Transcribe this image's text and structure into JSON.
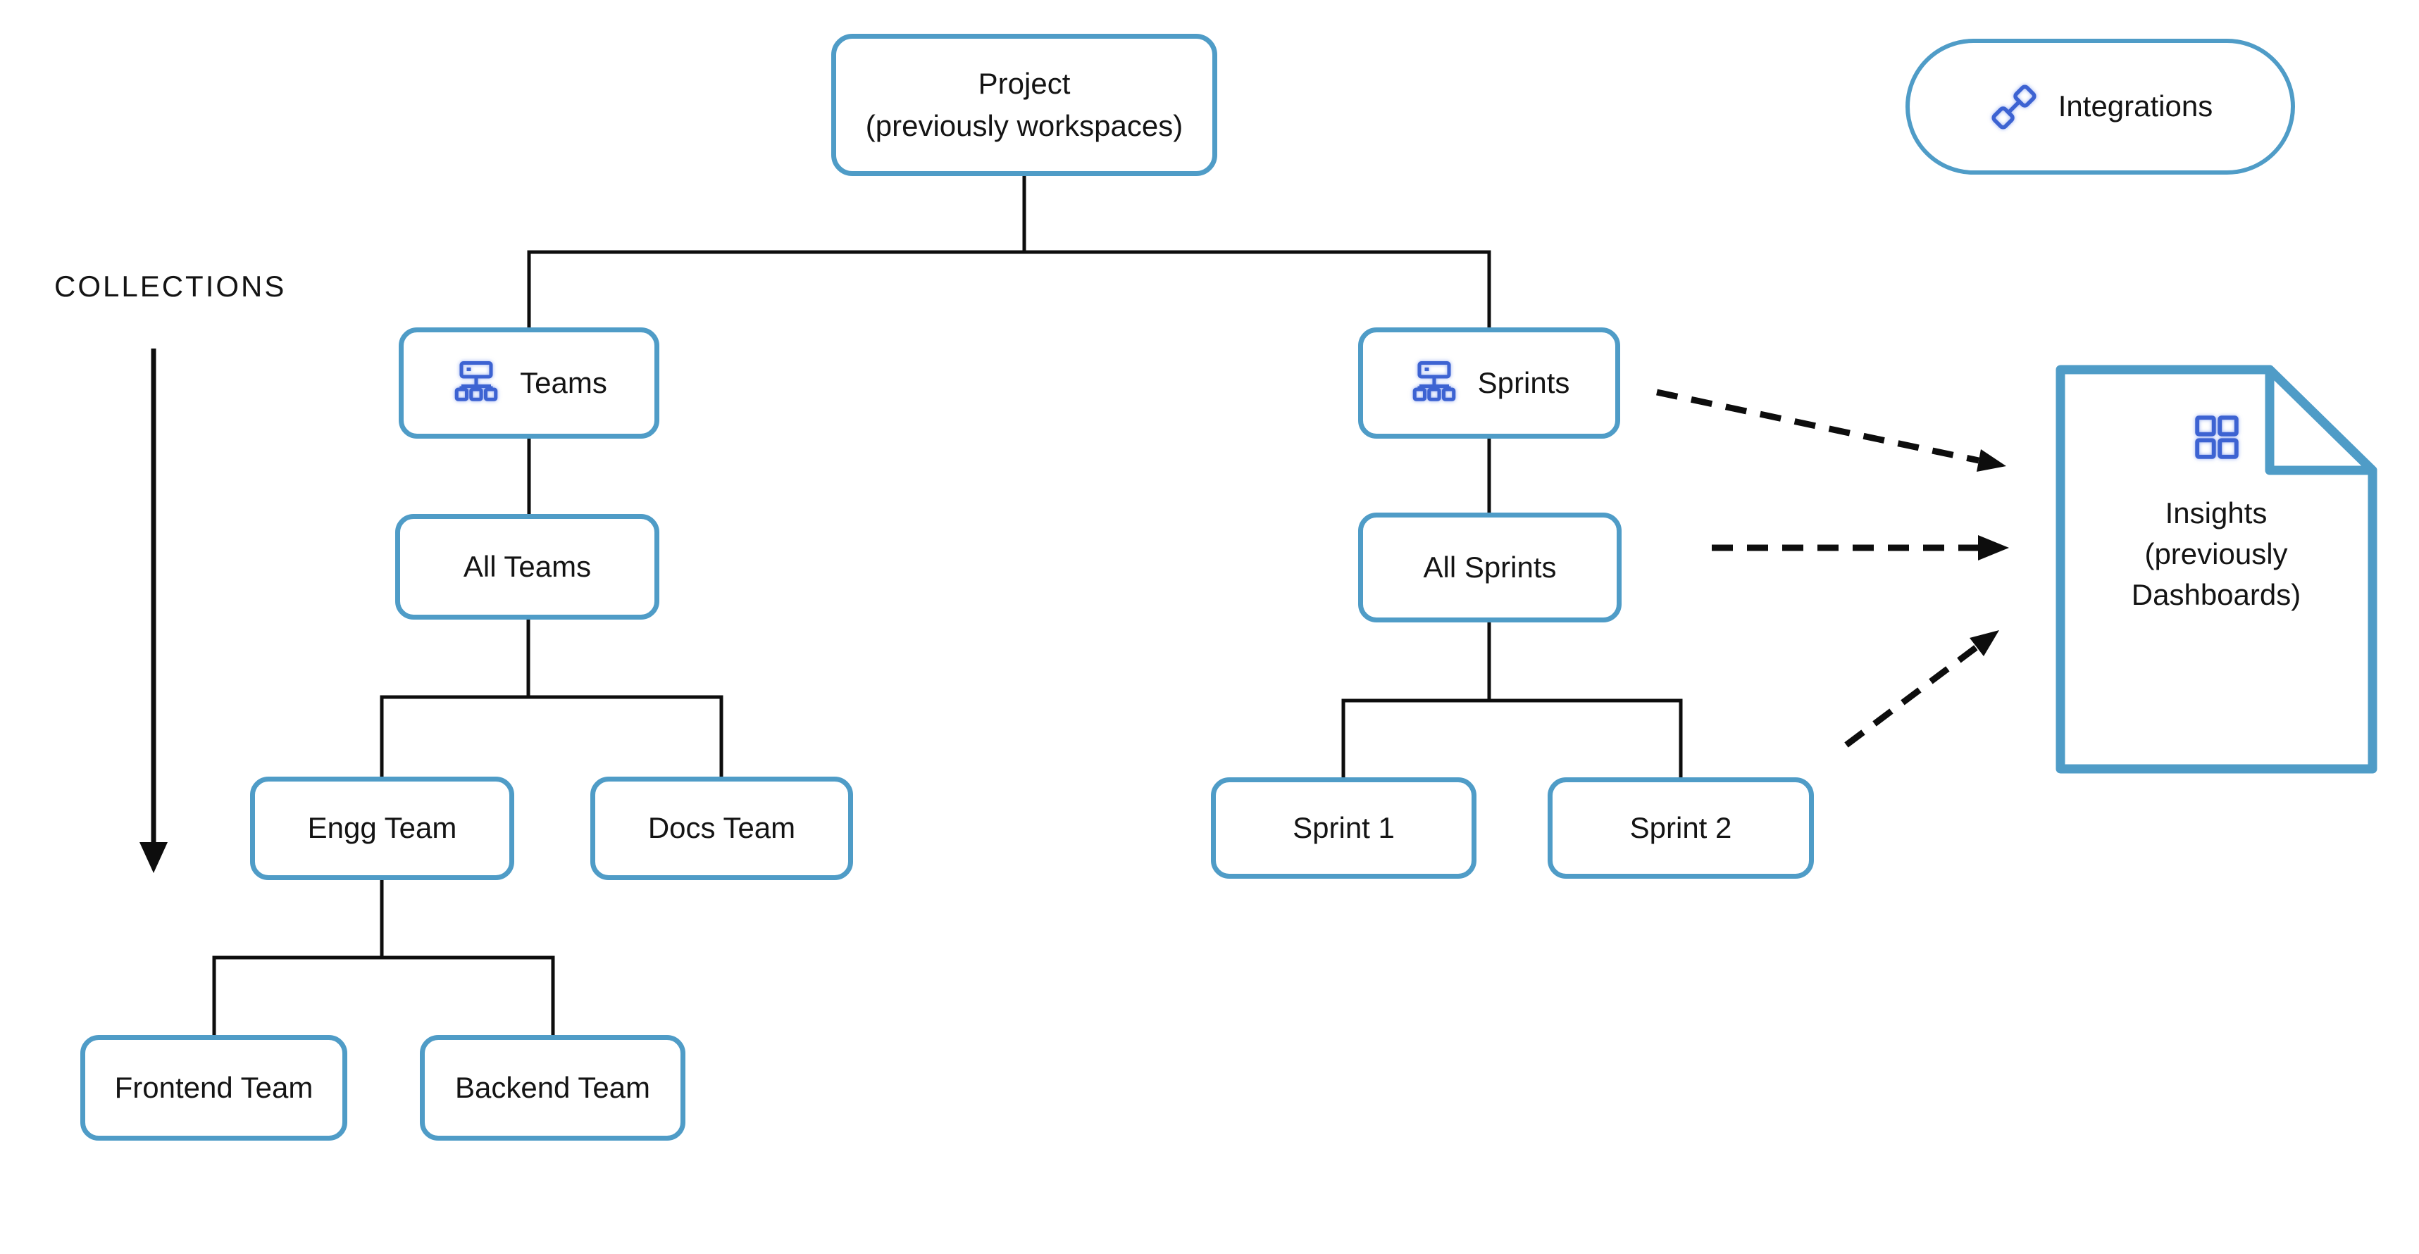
{
  "collections": {
    "label": "COLLECTIONS"
  },
  "integrations_button": {
    "label": "Integrations",
    "icon": "plug-icon"
  },
  "org_tree": {
    "project": {
      "title": "Project",
      "subtitle": "(previously workspaces)"
    },
    "teams": {
      "label": "Teams",
      "icon": "sitemap-icon"
    },
    "all_teams": {
      "label": "All Teams"
    },
    "engg_team": {
      "label": "Engg Team"
    },
    "docs_team": {
      "label": "Docs Team"
    },
    "frontend_team": {
      "label": "Frontend Team"
    },
    "backend_team": {
      "label": "Backend Team"
    },
    "sprints": {
      "label": "Sprints",
      "icon": "sitemap-icon"
    },
    "all_sprints": {
      "label": "All Sprints"
    },
    "sprint_1": {
      "label": "Sprint 1"
    },
    "sprint_2": {
      "label": "Sprint 2"
    }
  },
  "insights_document": {
    "title": "Insights",
    "subtitle": "(previously Dashboards)",
    "icon": "grid-icon"
  },
  "colors": {
    "box_border": "#4F9CC7",
    "icon_blue": "#3D63D2",
    "line": "#0d0d0d",
    "text": "#141414"
  }
}
